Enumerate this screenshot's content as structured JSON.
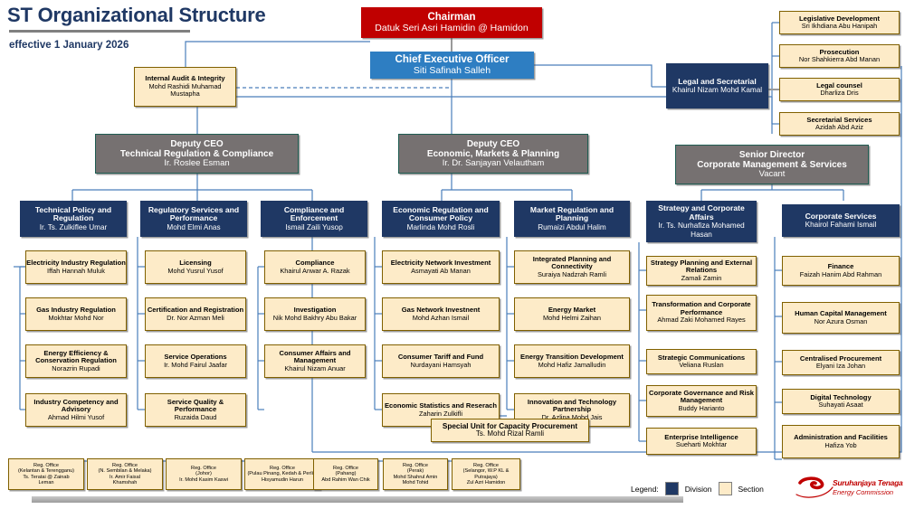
{
  "header": {
    "title": "ST Organizational Structure",
    "subtitle": "effective 1 January 2026"
  },
  "legend": {
    "label": "Legend:",
    "division_label": "Division",
    "section_label": "Section",
    "division_color": "#1f3864",
    "section_color": "#fdebc8"
  },
  "logo": {
    "line1": "Suruhanjaya Tenaga",
    "line2": "Energy Commission",
    "color": "#c00000"
  },
  "chairman": {
    "title": "Chairman",
    "name": "Datuk Seri Asri Hamidin @ Hamidon",
    "color": "#c00000"
  },
  "ceo": {
    "title": "Chief Executive Officer",
    "name": "Siti Safinah Salleh",
    "color": "#2e7ec2"
  },
  "internal_audit": {
    "title": "Internal Audit & Integrity",
    "name": "Mohd Rashidi Muhamad Mustapha"
  },
  "legal": {
    "title": "Legal and Secretarial",
    "name": "Khairul Nizam Mohd Kamal"
  },
  "legal_sections": [
    {
      "title": "Legislative Development",
      "name": "Sri Ikhdiana Abu Hanipah"
    },
    {
      "title": "Prosecution",
      "name": "Nor Shahkierra Abd Manan"
    },
    {
      "title": "Legal counsel",
      "name": "Dharliza Dris"
    },
    {
      "title": "Secretarial Services",
      "name": "Azidah Abd Aziz"
    }
  ],
  "deputies": [
    {
      "title": "Deputy CEO",
      "scope": "Technical Regulation & Compliance",
      "name": "Ir. Roslee Esman"
    },
    {
      "title": "Deputy CEO",
      "scope": "Economic, Markets & Planning",
      "name": "Ir. Dr. Sanjayan Velautham"
    },
    {
      "title": "Senior Director",
      "scope": "Corporate Management & Services",
      "name": "Vacant"
    }
  ],
  "divisions": [
    {
      "title": "Technical Policy and Regulation",
      "name": "Ir. Ts. Zulkiflee Umar",
      "sections": [
        {
          "title": "Electricity Industry Regulation",
          "name": "Iffah Hannah Muluk"
        },
        {
          "title": "Gas Industry Regulation",
          "name": "Mokhtar Mohd Nor"
        },
        {
          "title": "Energy Efficiency & Conservation Regulation",
          "name": "Norazrin Rupadi"
        },
        {
          "title": "Industry Competency and Advisory",
          "name": "Ahmad Hilmi Yusof"
        }
      ]
    },
    {
      "title": "Regulatory Services and Performance",
      "name": "Mohd Elmi Anas",
      "sections": [
        {
          "title": "Licensing",
          "name": "Mohd Yusrul Yusof"
        },
        {
          "title": "Certification and Registration",
          "name": "Dr. Nor Azman Meli"
        },
        {
          "title": "Service Operations",
          "name": "Ir. Mohd Fairul Jaafar"
        },
        {
          "title": "Service Quality & Performance",
          "name": "Ruzaida Daud"
        }
      ]
    },
    {
      "title": "Compliance and Enforcement",
      "name": "Ismail Zaili Yusop",
      "sections": [
        {
          "title": "Compliance",
          "name": "Khairul Anwar A. Razak"
        },
        {
          "title": "Investigation",
          "name": "Nik Mohd Bakhry Abu Bakar"
        },
        {
          "title": "Consumer Affairs and Management",
          "name": "Khairul Nizam Anuar"
        }
      ]
    },
    {
      "title": "Economic Regulation and Consumer Policy",
      "name": "Marlinda Mohd Rosli",
      "sections": [
        {
          "title": "Electricity Network Investment",
          "name": "Asmayati Ab Manan"
        },
        {
          "title": "Gas Network Investnent",
          "name": "Mohd Azhan Ismail"
        },
        {
          "title": "Consumer Tariff and Fund",
          "name": "Nurdayani Hamsyah"
        },
        {
          "title": "Economic Statistics and Reserach",
          "name": "Zaharin Zulkifli"
        }
      ]
    },
    {
      "title": "Market Regulation and Planning",
      "name": "Rumaizi Abdul Halim",
      "sections": [
        {
          "title": "Integrated Planning and Connectivity",
          "name": "Suraiya Nadzrah Ramli"
        },
        {
          "title": "Energy Market",
          "name": "Mohd Helmi Zaihan"
        },
        {
          "title": "Energy Transition Development",
          "name": "Mohd Hafiz Jamalludin"
        },
        {
          "title": "Innovation and Technology Partnership",
          "name": "Dr. Azlina Mohd Jais"
        }
      ]
    },
    {
      "title": "Strategy and Corporate Affairs",
      "name": "Ir. Ts. Nurhafiza Mohamed Hasan",
      "sections": [
        {
          "title": "Strategy Planning and External Relations",
          "name": "Zamali Zamin"
        },
        {
          "title": "Transformation and Corporate Performance",
          "name": "Ahmad Zaki Mohamed Rayes"
        },
        {
          "title": "Strategic Communications",
          "name": "Veliana Ruslan"
        },
        {
          "title": "Corporate Governance and Risk Management",
          "name": "Buddy Harianto"
        },
        {
          "title": "Enterprise Intelligence",
          "name": "Sueharti Mokhtar"
        }
      ]
    },
    {
      "title": "Corporate Services",
      "name": "Khairol Fahami Ismail",
      "sections": [
        {
          "title": "Finance",
          "name": "Faizah Hanim Abd Rahman"
        },
        {
          "title": "Human Capital Management",
          "name": "Nor Azura Osman"
        },
        {
          "title": "Centralised Procurement",
          "name": "Elyani Iza Johan"
        },
        {
          "title": "Digital Technology",
          "name": "Suhayati Asaat"
        },
        {
          "title": "Administration and Facilities",
          "name": "Hafiza Yob"
        }
      ]
    }
  ],
  "special_unit": {
    "title": "Special Unit for Capacity Procurement",
    "name": "Ts. Mohd Rizal Ramli"
  },
  "regional_offices": [
    {
      "l1": "Reg. Office",
      "l2": "(Kelantan & Terengganu)",
      "l3": "Ts. Teratai @ Zainab",
      "l4": "Leman"
    },
    {
      "l1": "Reg. Office",
      "l2": "(N. Sembilan & Melaka)",
      "l3": "Ir. Amir Faisal",
      "l4": "Khamshah"
    },
    {
      "l1": "Reg. Office",
      "l2": "(Johor)",
      "l3": "Ir. Mohd Kasim Kaswi",
      "l4": ""
    },
    {
      "l1": "Reg. Office",
      "l2": "(Pulau Pinang, Kedah & Perlis)",
      "l3": "Hisyamudin Harun",
      "l4": ""
    },
    {
      "l1": "Reg. Office",
      "l2": "(Pahang)",
      "l3": "Abd Rahim Wan Chik",
      "l4": ""
    },
    {
      "l1": "Reg. Office",
      "l2": "(Perak)",
      "l3": "Mohd Shahrul Amin",
      "l4": "Mohd Tohid"
    },
    {
      "l1": "Reg.  Office",
      "l2": "(Selangor, W.P KL & Putrajaya)",
      "l3": "Zul Azri Hamidon",
      "l4": ""
    }
  ]
}
